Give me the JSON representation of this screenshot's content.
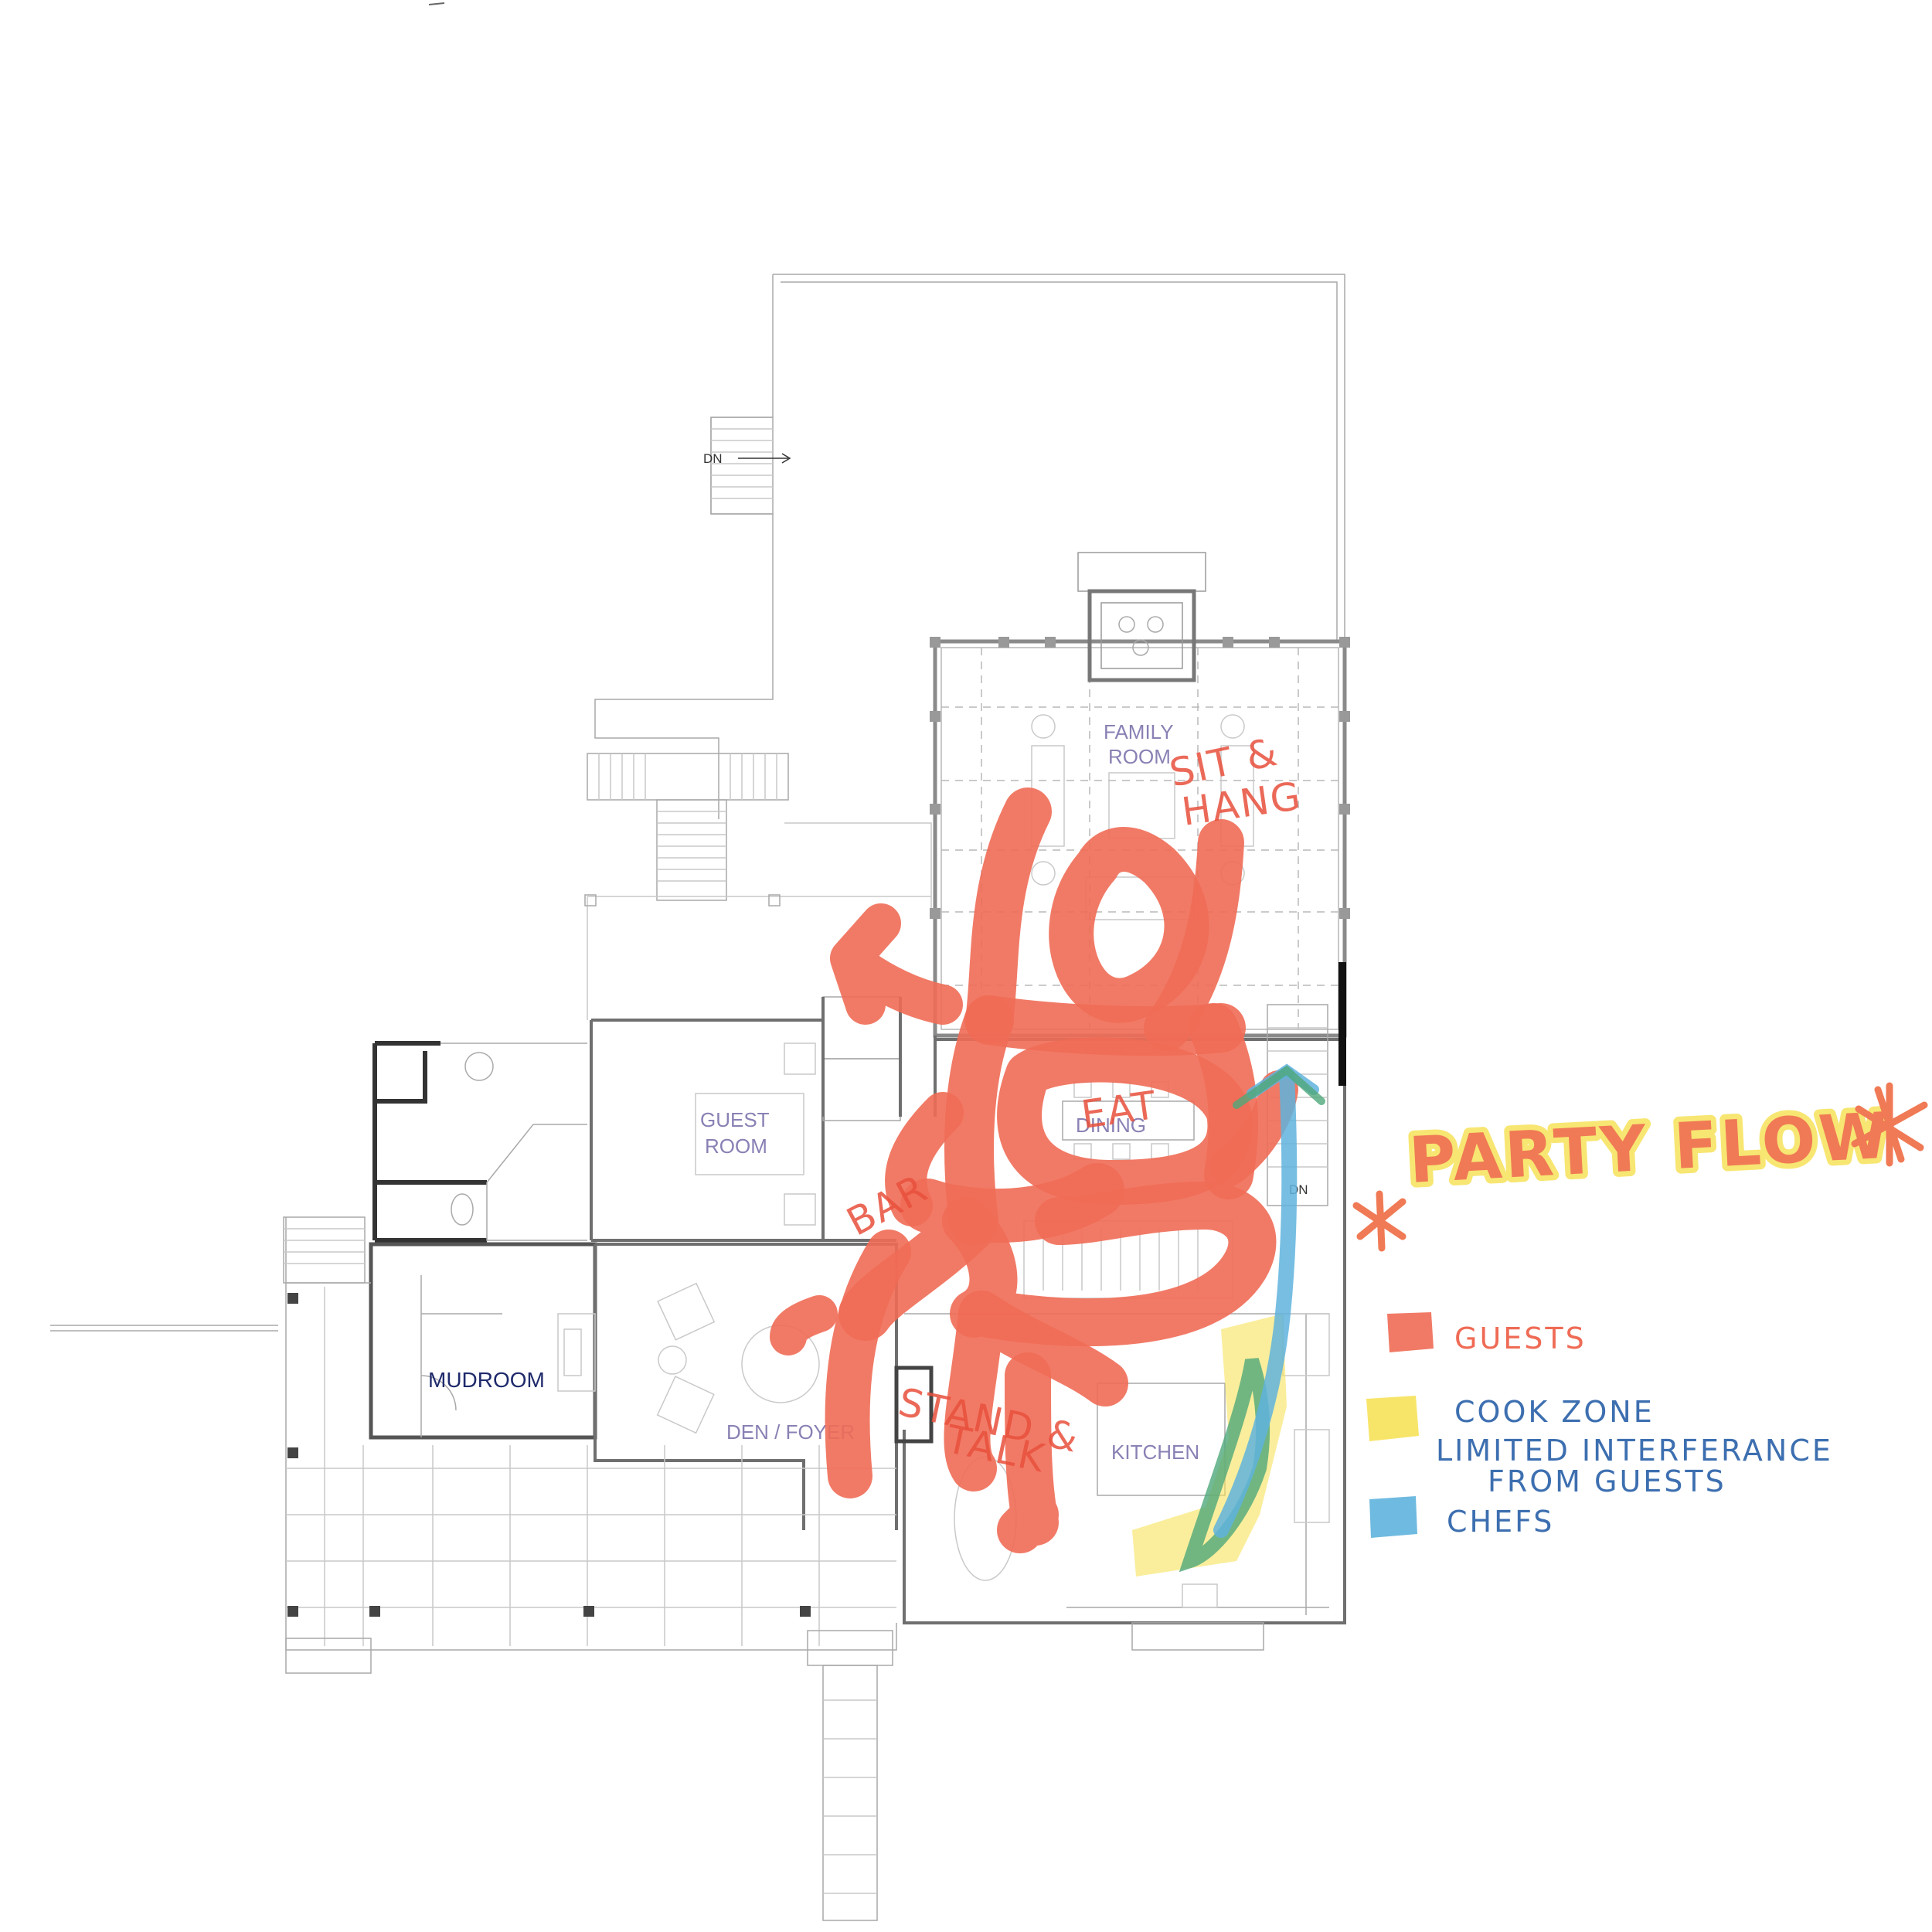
{
  "rooms": {
    "family_room": [
      "FAMILY",
      "ROOM"
    ],
    "guest_room": [
      "GUEST",
      "ROOM"
    ],
    "dining": "DINING",
    "mudroom": "MUDROOM",
    "den_foyer": "DEN / FOYER",
    "kitchen": "KITCHEN"
  },
  "stair_labels": {
    "deck_stair": "DN",
    "side_stair": "DN"
  },
  "annotations": {
    "sit_hang": [
      "SIT &",
      "HANG"
    ],
    "eat": "EAT",
    "bar": "BAR",
    "stand_talk": [
      "STAND &",
      "TALK"
    ]
  },
  "legend": {
    "title": "PARTY FLOW",
    "items": [
      {
        "label_lines": [
          "GUESTS"
        ],
        "color": "#ef6b55"
      },
      {
        "label_lines": [
          "COOK ZONE",
          "LIMITED INTERFERANCE",
          "FROM GUESTS"
        ],
        "color": "#f6e25a"
      },
      {
        "label_lines": [
          "CHEFS"
        ],
        "color": "#5fb3dd"
      }
    ]
  },
  "colors": {
    "guests": "#ef6b55",
    "cook_zone": "#f6e25a",
    "chefs": "#5fb3dd",
    "chef_green": "#4fa77a",
    "legend_text": "#3d6fb0"
  }
}
